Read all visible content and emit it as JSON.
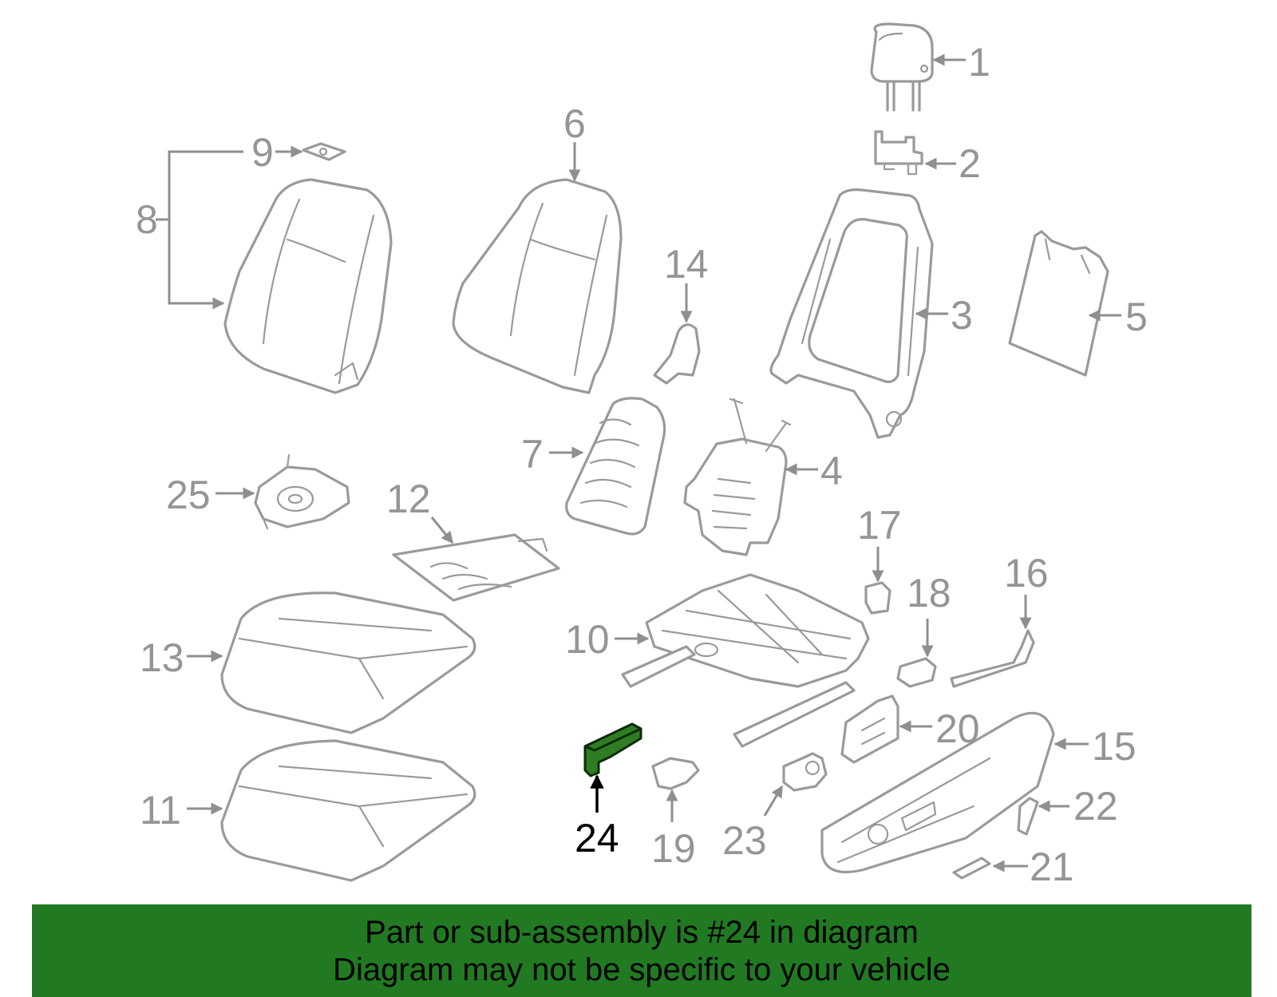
{
  "callouts": {
    "c1": "1",
    "c2": "2",
    "c3": "3",
    "c4": "4",
    "c5": "5",
    "c6": "6",
    "c7": "7",
    "c8": "8",
    "c9": "9",
    "c10": "10",
    "c11": "11",
    "c12": "12",
    "c13": "13",
    "c14": "14",
    "c15": "15",
    "c16": "16",
    "c17": "17",
    "c18": "18",
    "c19": "19",
    "c20": "20",
    "c21": "21",
    "c22": "22",
    "c23": "23",
    "c24": "24",
    "c25": "25"
  },
  "highlighted_part": "24",
  "colors": {
    "highlight_fill": "#2f7d23",
    "banner_background": "#217a21",
    "part_lines": "#9a9a9a"
  },
  "banner": {
    "line1": "Part or sub-assembly is #24 in diagram",
    "line2": "Diagram may not be specific to your vehicle"
  }
}
